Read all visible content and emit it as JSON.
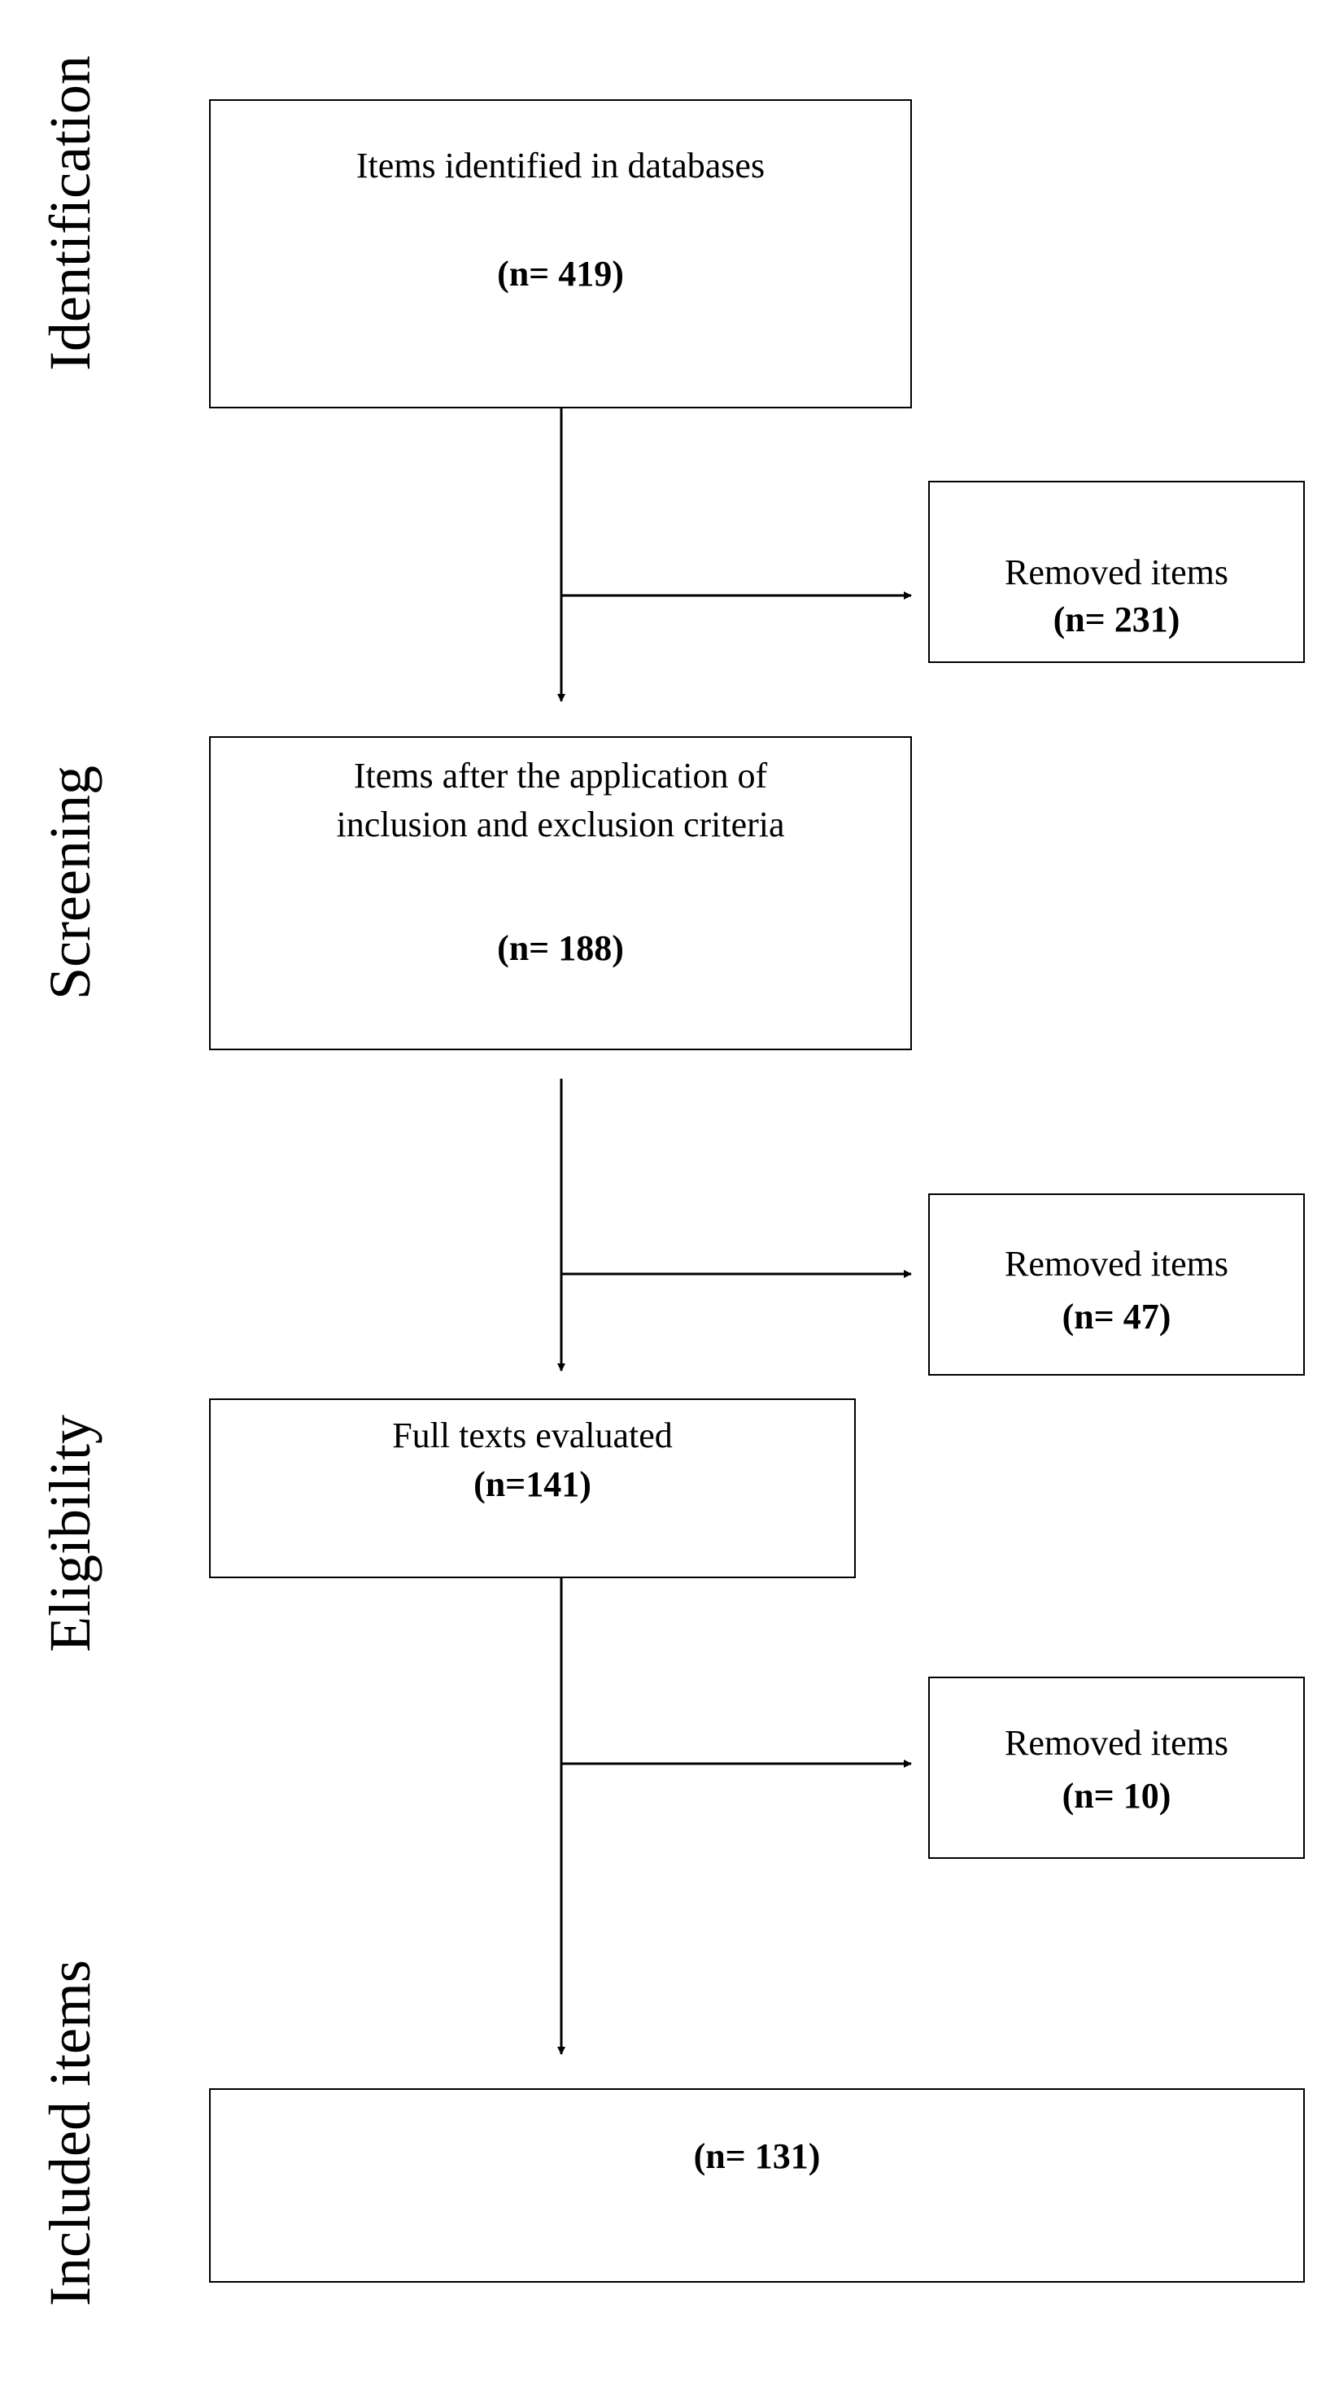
{
  "stages": {
    "identification": "Identification",
    "screening": "Screening",
    "eligibility": "Eligibility",
    "included": "Included items"
  },
  "boxes": {
    "identified": {
      "label": "Items identified in databases",
      "count": "(n= 419)"
    },
    "removed_1": {
      "label": "Removed items",
      "count": "(n= 231)"
    },
    "screened": {
      "line1": "Items after the application of",
      "line2": "inclusion and exclusion criteria",
      "count": "(n= 188)"
    },
    "removed_2": {
      "label": "Removed items",
      "count": "(n= 47)"
    },
    "full_texts": {
      "label": "Full texts evaluated",
      "count": "(n=141)"
    },
    "removed_3": {
      "label": "Removed items",
      "count": "(n= 10)"
    },
    "included": {
      "count": "(n= 131)"
    }
  }
}
